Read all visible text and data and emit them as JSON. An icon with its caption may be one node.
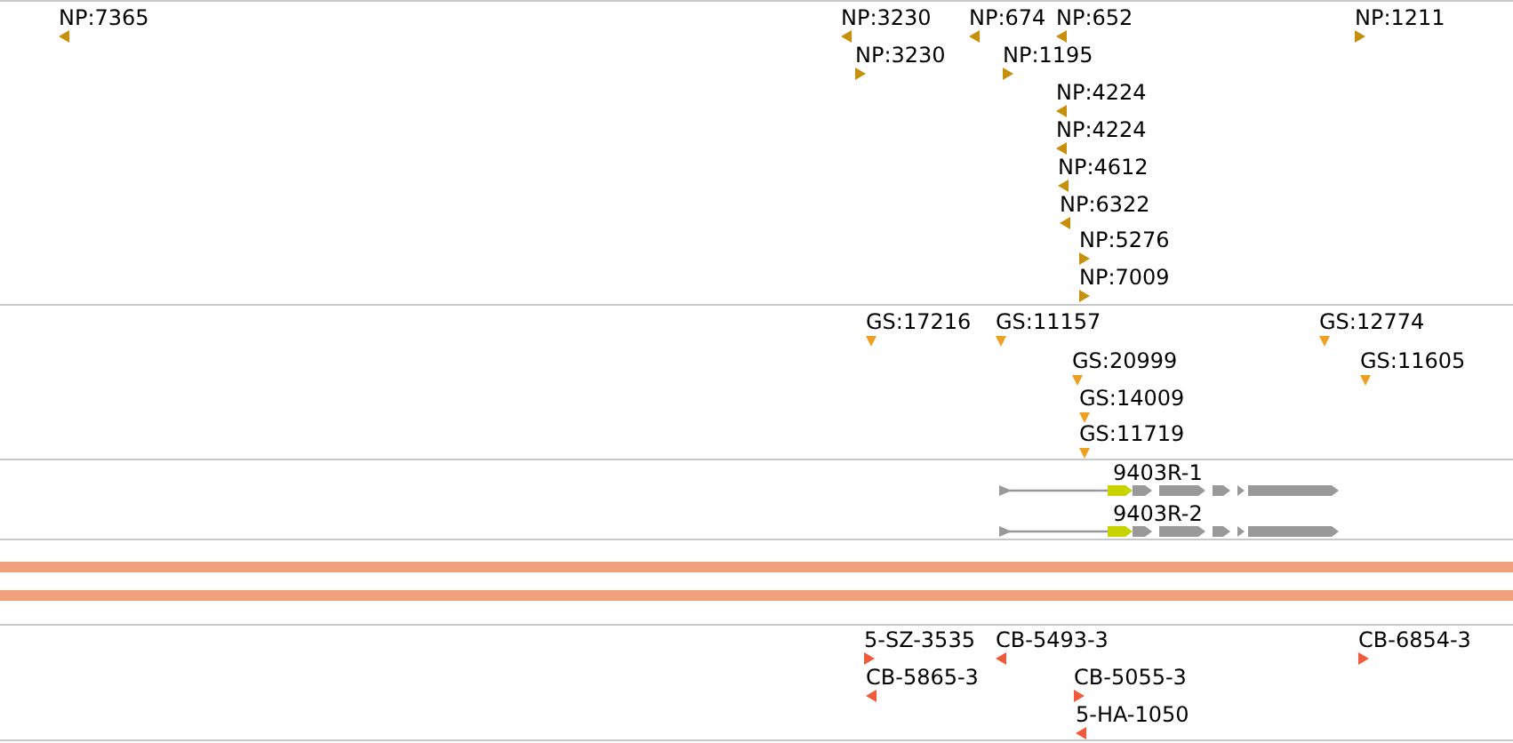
{
  "diagram": {
    "labels": [
      "NP:7365",
      "NP:3230",
      "NP:674",
      "NP:652",
      "NP:1211",
      "NP:3230",
      "NP:1195",
      "NP:4224",
      "NP:4224",
      "NP:4612",
      "NP:6322",
      "NP:5276",
      "NP:7009",
      "GS:17216",
      "GS:11157",
      "GS:12774",
      "GS:20999",
      "GS:11605",
      "GS:14009",
      "GS:11719",
      "9403R-1",
      "9403R-2",
      "5-SZ-3535",
      "CB-5493-3",
      "CB-6854-3",
      "CB-5865-3",
      "CB-5055-3",
      "5-HA-1050"
    ]
  }
}
